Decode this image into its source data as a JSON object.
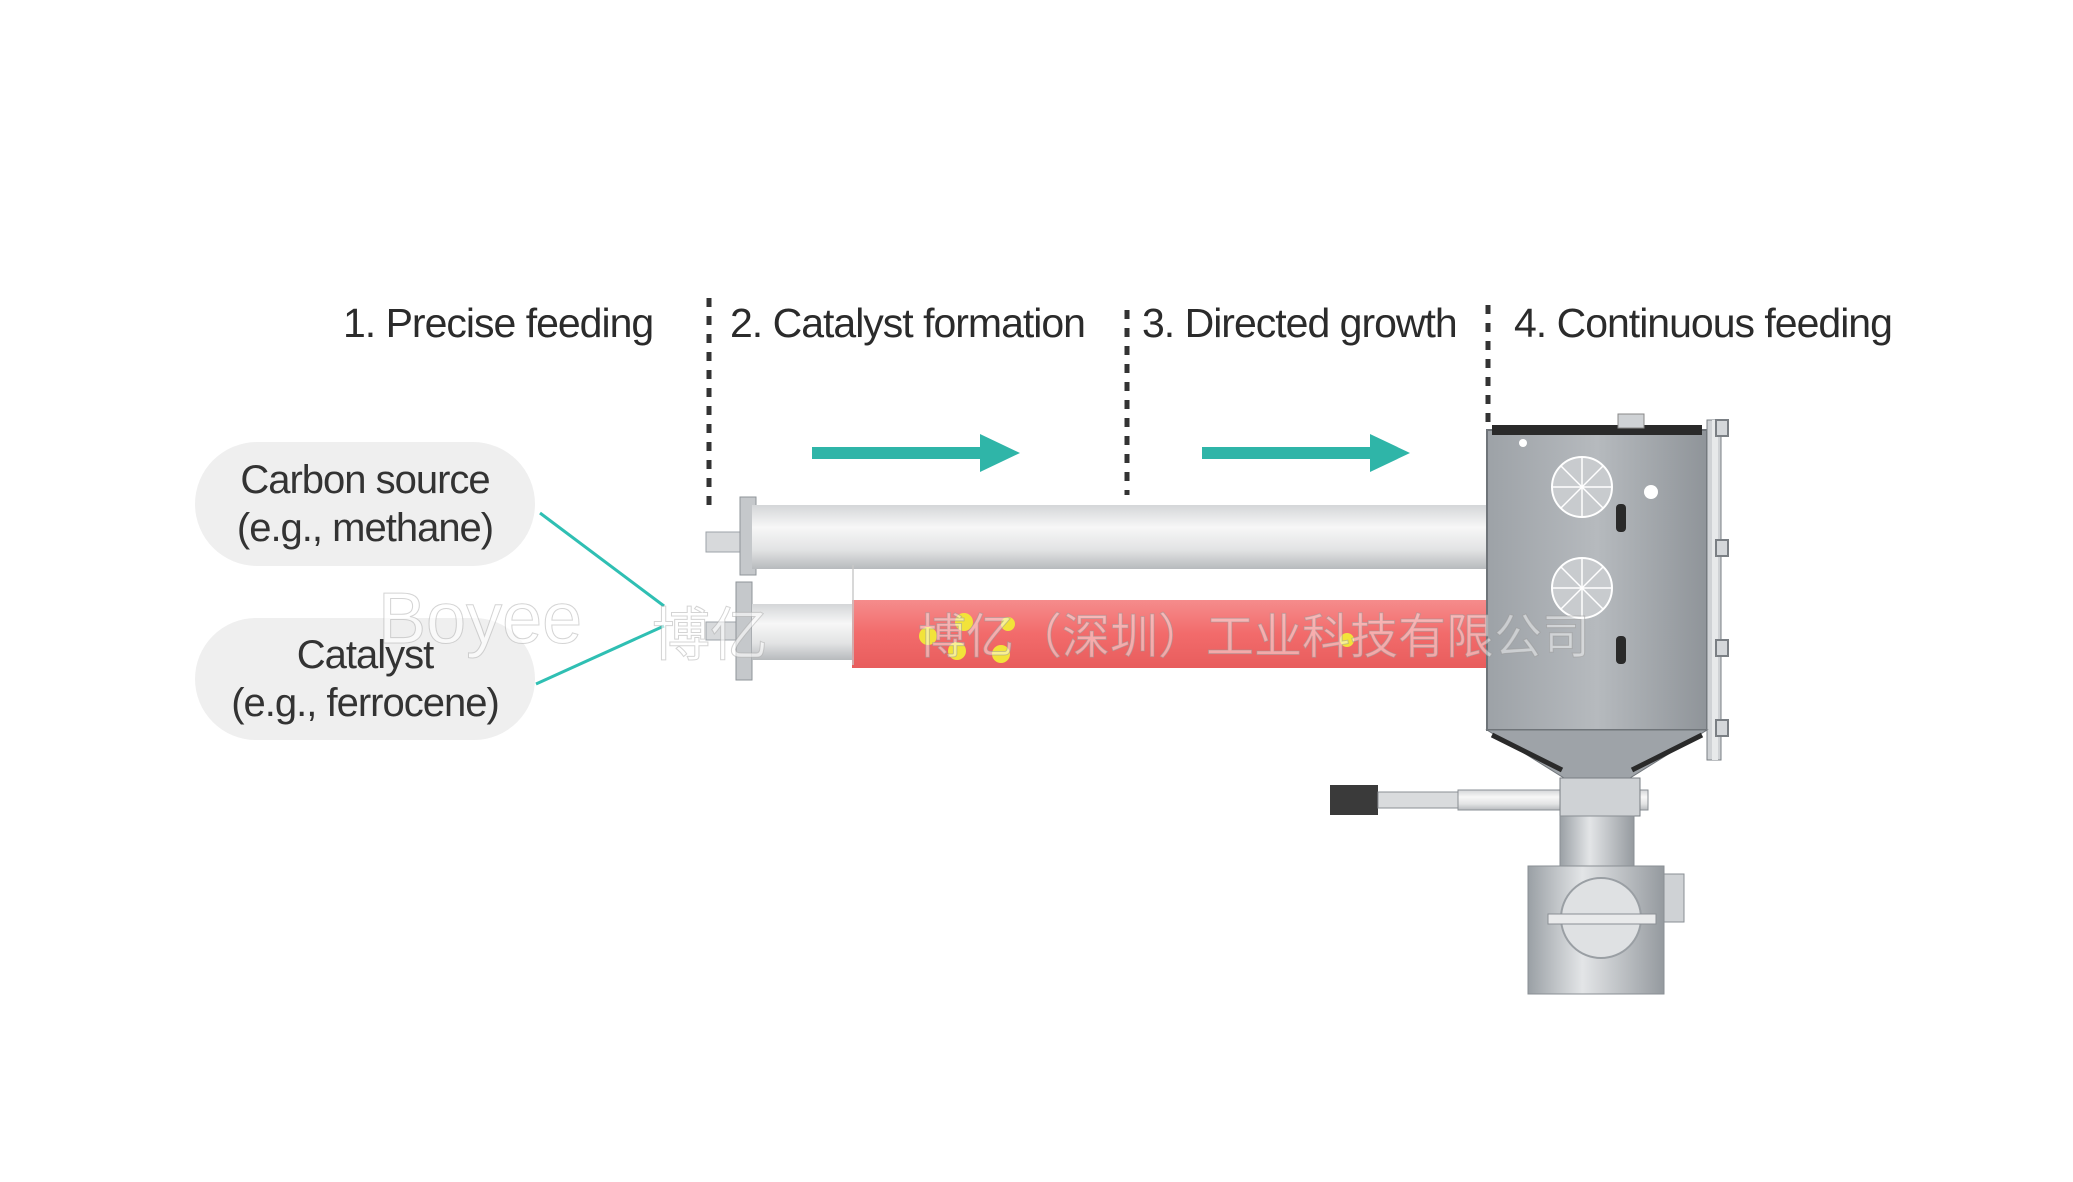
{
  "stages": [
    {
      "label": "1. Precise feeding"
    },
    {
      "label": "2. Catalyst formation"
    },
    {
      "label": "3. Directed growth"
    },
    {
      "label": "4. Continuous feeding"
    }
  ],
  "inputs": {
    "carbon_source": {
      "line1": "Carbon source",
      "line2": "(e.g., methane)"
    },
    "catalyst": {
      "line1": "Catalyst",
      "line2": "(e.g., ferrocene)"
    }
  },
  "watermark": {
    "brand_latin": "Boyee",
    "brand_cn": "博亿",
    "company": "博亿（深圳）工业科技有限公司"
  },
  "colors": {
    "arrow": "#2fb5a8",
    "connector": "#2fbfb3",
    "reaction_tube": "#f26b6b",
    "catalyst_particles": "#f2e33a",
    "pill_bg": "#efefef",
    "steel": "#a9aeb3"
  }
}
